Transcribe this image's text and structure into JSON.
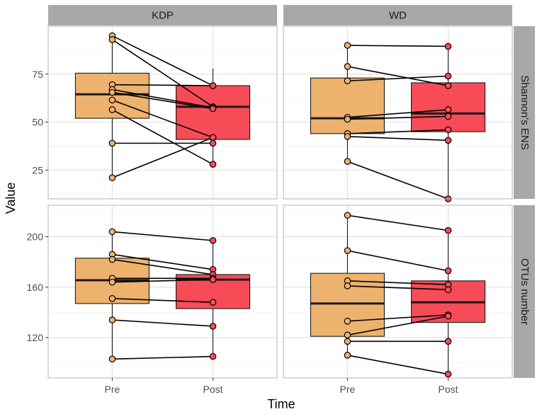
{
  "chart_data": {
    "type": "boxplot",
    "xlabel": "Time",
    "ylabel": "Value",
    "categories": [
      "Pre",
      "Post"
    ],
    "columns": [
      "KDP",
      "WD"
    ],
    "rows": [
      "Shannon's ENS",
      "OTUs number"
    ],
    "colors": {
      "Pre": "#EDB26E",
      "Post": "#F74B58",
      "strip": "#A8A8A8"
    },
    "y_axes": [
      {
        "row": "Shannon's ENS",
        "ylim": [
          10,
          100
        ],
        "ticks": [
          25,
          50,
          75
        ]
      },
      {
        "row": "OTUs number",
        "ylim": [
          88,
          225
        ],
        "ticks": [
          120,
          160,
          200
        ]
      }
    ],
    "panels": [
      {
        "column": "KDP",
        "row": "Shannon's ENS",
        "boxes": {
          "Pre": {
            "q1": 52,
            "median": 64.5,
            "q3": 75.5,
            "min": 21,
            "max": 95
          },
          "Post": {
            "q1": 41,
            "median": 58,
            "q3": 69,
            "min": 28,
            "max": 78
          }
        },
        "pairs": [
          [
            95,
            69
          ],
          [
            93,
            58
          ],
          [
            69.5,
            69
          ],
          [
            67,
            57.5
          ],
          [
            65.5,
            57
          ],
          [
            61.5,
            42
          ],
          [
            56.5,
            28
          ],
          [
            39,
            39
          ],
          [
            21,
            42
          ]
        ]
      },
      {
        "column": "WD",
        "row": "Shannon's ENS",
        "boxes": {
          "Pre": {
            "q1": 44,
            "median": 52,
            "q3": 73,
            "min": 29.5,
            "max": 90
          },
          "Post": {
            "q1": 45,
            "median": 54.5,
            "q3": 70.5,
            "min": 10,
            "max": 89.5
          }
        },
        "pairs": [
          [
            90,
            89.5
          ],
          [
            79,
            69
          ],
          [
            71.5,
            74
          ],
          [
            52.5,
            56.5
          ],
          [
            51.5,
            53
          ],
          [
            44,
            46
          ],
          [
            42.5,
            40.5
          ],
          [
            29.5,
            10
          ]
        ]
      },
      {
        "column": "KDP",
        "row": "OTUs number",
        "boxes": {
          "Pre": {
            "q1": 147,
            "median": 165.5,
            "q3": 183,
            "min": 103,
            "max": 204
          },
          "Post": {
            "q1": 143,
            "median": 166,
            "q3": 170,
            "min": 105,
            "max": 197
          }
        },
        "pairs": [
          [
            204,
            197
          ],
          [
            186,
            174
          ],
          [
            182,
            170
          ],
          [
            167,
            167
          ],
          [
            164,
            166
          ],
          [
            151,
            148
          ],
          [
            134,
            129
          ],
          [
            103,
            105
          ]
        ]
      },
      {
        "column": "WD",
        "row": "OTUs number",
        "boxes": {
          "Pre": {
            "q1": 121,
            "median": 147,
            "q3": 171,
            "min": 106,
            "max": 217
          },
          "Post": {
            "q1": 132,
            "median": 148,
            "q3": 165,
            "min": 91,
            "max": 205
          }
        },
        "pairs": [
          [
            217,
            205
          ],
          [
            189,
            173
          ],
          [
            165,
            162
          ],
          [
            161,
            158
          ],
          [
            133,
            138
          ],
          [
            122,
            137
          ],
          [
            117,
            117
          ],
          [
            106,
            91
          ]
        ]
      }
    ]
  }
}
